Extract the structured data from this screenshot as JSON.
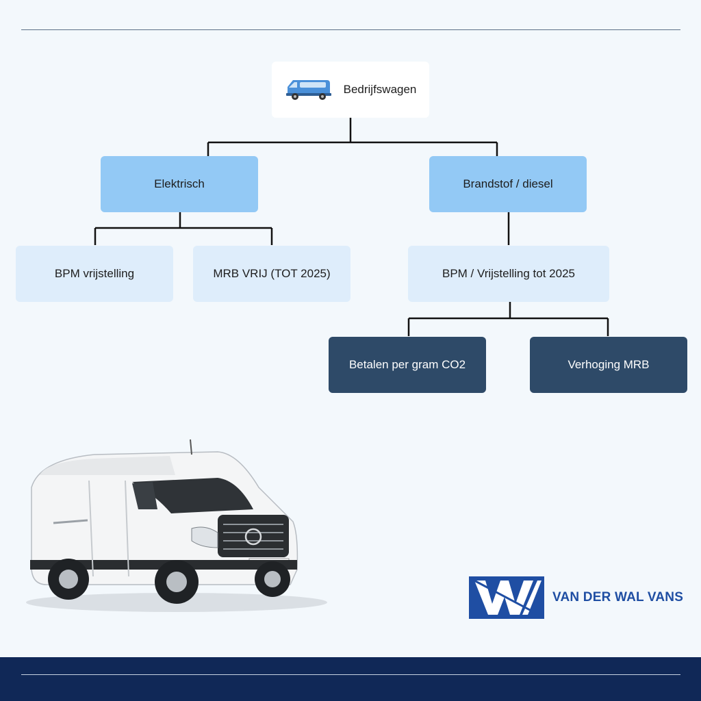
{
  "tree": {
    "root": {
      "label": "Bedrijfswagen",
      "icon": "van-icon"
    },
    "branches": [
      {
        "label": "Elektrisch",
        "children": [
          {
            "label": "BPM vrijstelling"
          },
          {
            "label": "MRB VRIJ (TOT 2025)"
          }
        ]
      },
      {
        "label": "Brandstof / diesel",
        "children": [
          {
            "label": "BPM / Vrijstelling tot 2025",
            "children": [
              {
                "label": "Betalen per gram CO2"
              },
              {
                "label": "Verhoging MRB"
              }
            ]
          }
        ]
      }
    ]
  },
  "brand": {
    "name": "VAN DER WAL VANS",
    "logo": "vdw-logo-icon"
  },
  "colors": {
    "background": "#f3f8fc",
    "category": "#93c9f5",
    "subcategory": "#deedfb",
    "leaf": "#2e4a68",
    "footer": "#102857",
    "brand": "#1f4ea3"
  }
}
